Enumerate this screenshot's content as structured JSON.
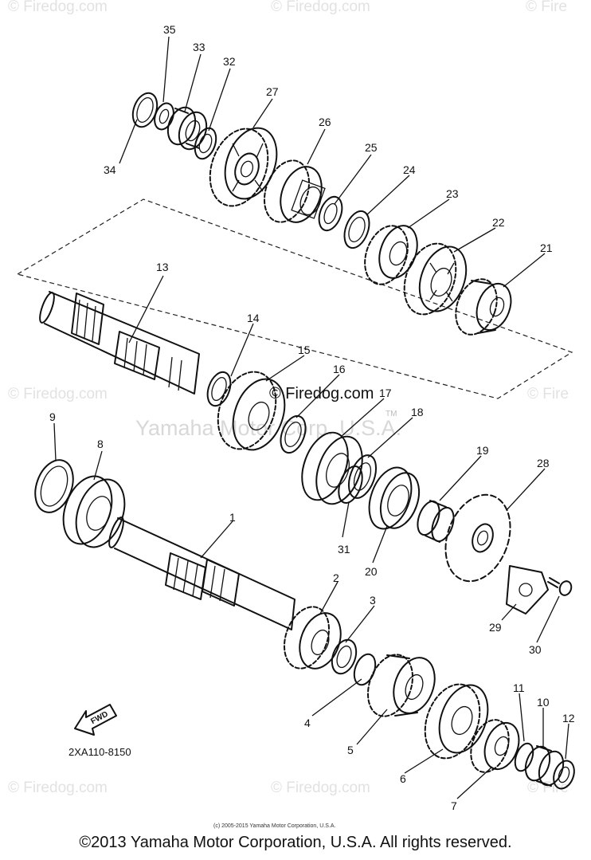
{
  "watermark": {
    "site": "© Firedog.com",
    "corp": "Yamaha Motor Corp. U.S.A.",
    "corp_tm": "TM",
    "edge_left": "© Firedog.com",
    "edge_right": "© Fire"
  },
  "diagram": {
    "drawing_code": "2XA110-8150",
    "fwd_label": "FWD",
    "small_copyright": "(c) 2005-2015 Yamaha Motor Corporation, U.S.A."
  },
  "callouts": [
    "1",
    "2",
    "3",
    "4",
    "5",
    "6",
    "7",
    "8",
    "9",
    "10",
    "11",
    "12",
    "13",
    "14",
    "15",
    "16",
    "17",
    "18",
    "19",
    "20",
    "21",
    "22",
    "23",
    "24",
    "25",
    "26",
    "27",
    "28",
    "29",
    "30",
    "31",
    "32",
    "33",
    "34",
    "35"
  ],
  "footer": {
    "copyright": "©2013 Yamaha Motor Corporation, U.S.A. All rights reserved."
  }
}
